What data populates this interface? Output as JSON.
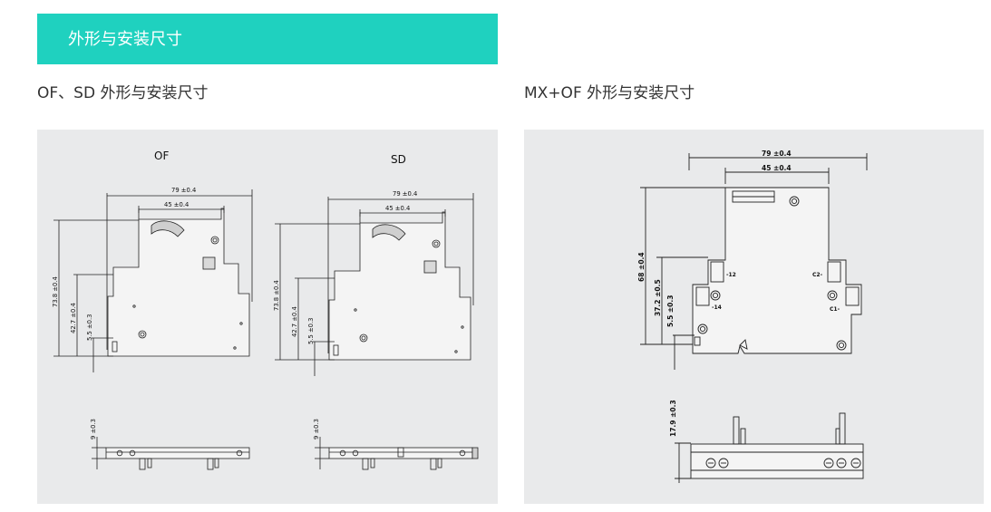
{
  "header": {
    "title": "外形与安装尺寸"
  },
  "sections": {
    "left": {
      "caption": "OF、SD 外形与安装尺寸",
      "of": {
        "label": "OF",
        "dim_width": "79 ±0.4",
        "dim_inner": "45 ±0.4",
        "dim_height": "73.8 ±0.4",
        "dim_mid": "42.7 ±0.4",
        "dim_low": "5.5 ±0.3",
        "dim_depth": "9 ±0.3"
      },
      "sd": {
        "label": "SD",
        "dim_width": "79 ±0.4",
        "dim_inner": "45 ±0.4",
        "dim_height": "73.8 ±0.4",
        "dim_mid": "42.7 ±0.4",
        "dim_low": "5.5 ±0.3",
        "dim_depth": "9 ±0.3"
      }
    },
    "right": {
      "caption": "MX+OF 外形与安装尺寸",
      "dim_width": "79 ±0.4",
      "dim_inner": "45 ±0.4",
      "dim_height": "68 ±0.4",
      "dim_mid": "37.2 ±0.5",
      "dim_low": "5.5 ±0.3",
      "dim_depth": "17.9 ±0.3",
      "terminals": {
        "t12": "-12",
        "t14": "-14",
        "c2": "C2-",
        "c1": "C1-"
      }
    }
  },
  "colors": {
    "banner": "#1fd1bf",
    "panel": "#e9eaeb"
  }
}
